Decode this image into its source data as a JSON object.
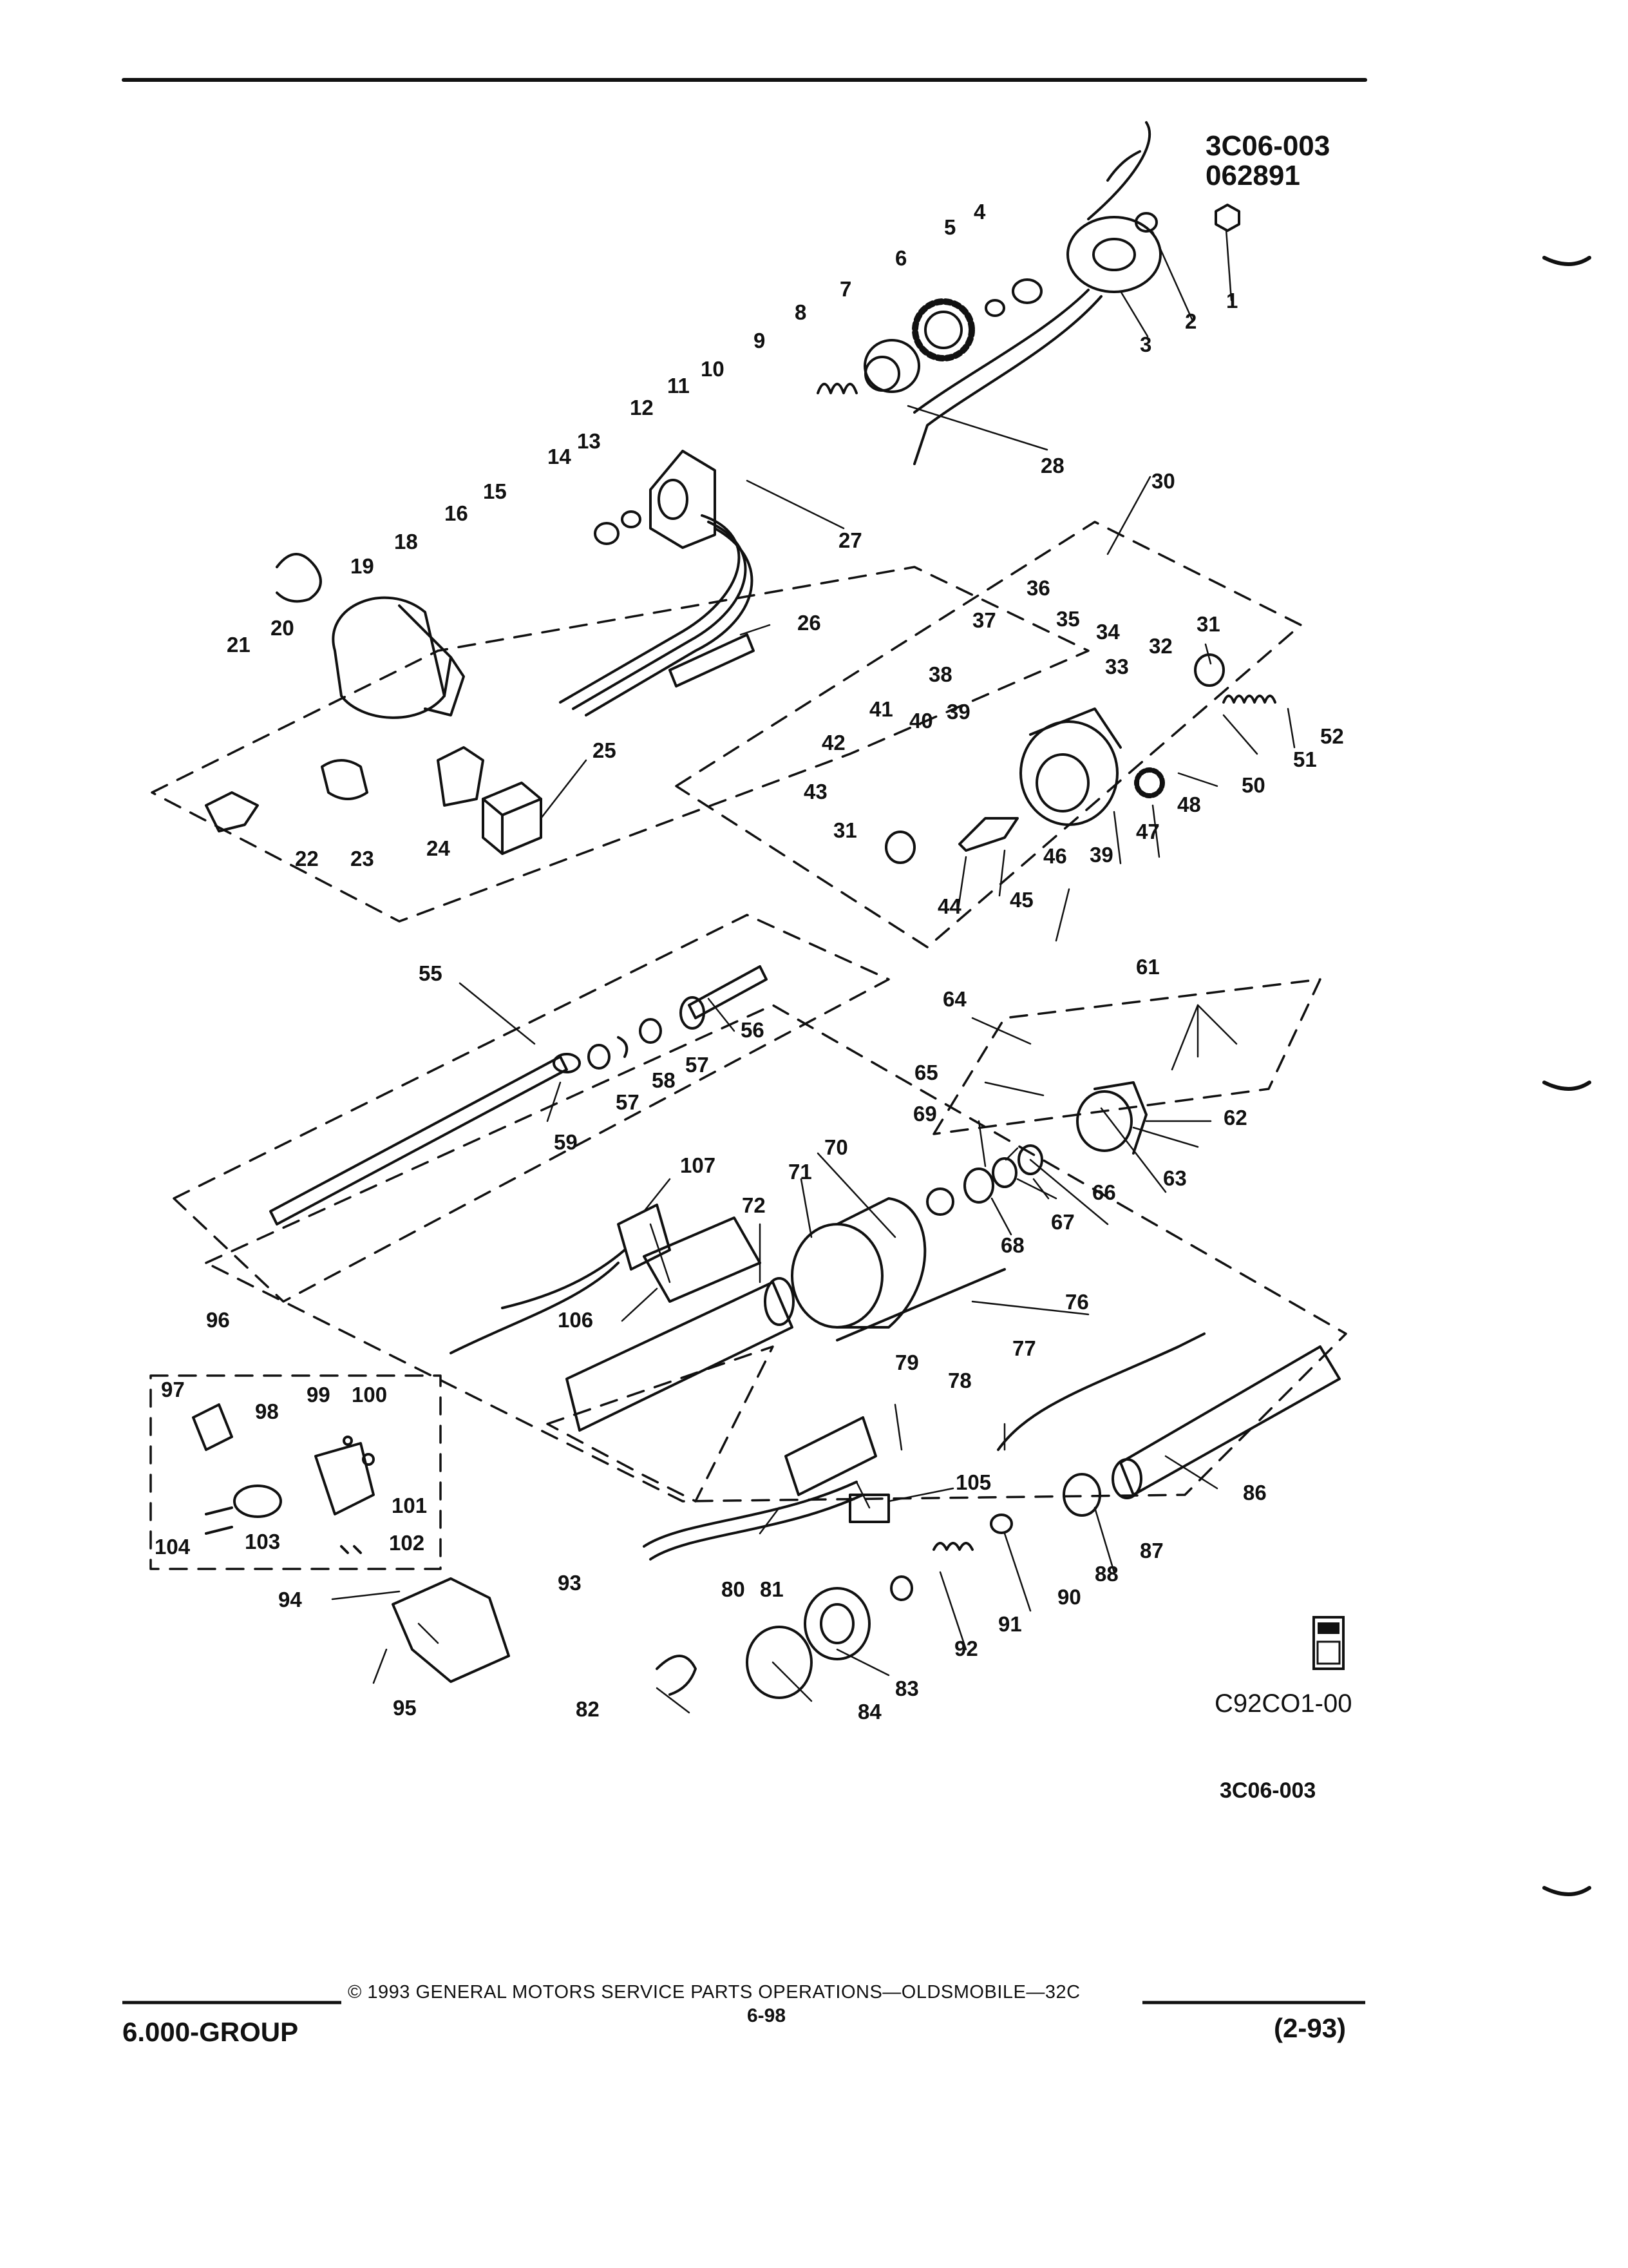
{
  "header": {
    "ref_line1": "3C06-003",
    "ref_line2": "062891"
  },
  "figure": {
    "code": "C92CO1-00",
    "ref_bottom": "3C06-003",
    "icon": "gm-spo-logo-icon"
  },
  "callouts": [
    {
      "id": "c1",
      "label": "1"
    },
    {
      "id": "c2",
      "label": "2"
    },
    {
      "id": "c3",
      "label": "3"
    },
    {
      "id": "c4",
      "label": "4"
    },
    {
      "id": "c5",
      "label": "5"
    },
    {
      "id": "c6",
      "label": "6"
    },
    {
      "id": "c7",
      "label": "7"
    },
    {
      "id": "c8",
      "label": "8"
    },
    {
      "id": "c9",
      "label": "9"
    },
    {
      "id": "c10",
      "label": "10"
    },
    {
      "id": "c11",
      "label": "11"
    },
    {
      "id": "c12",
      "label": "12"
    },
    {
      "id": "c13",
      "label": "13"
    },
    {
      "id": "c14",
      "label": "14"
    },
    {
      "id": "c15",
      "label": "15"
    },
    {
      "id": "c16",
      "label": "16"
    },
    {
      "id": "c18",
      "label": "18"
    },
    {
      "id": "c19",
      "label": "19"
    },
    {
      "id": "c20",
      "label": "20"
    },
    {
      "id": "c21",
      "label": "21"
    },
    {
      "id": "c22",
      "label": "22"
    },
    {
      "id": "c23",
      "label": "23"
    },
    {
      "id": "c24",
      "label": "24"
    },
    {
      "id": "c25",
      "label": "25"
    },
    {
      "id": "c26",
      "label": "26"
    },
    {
      "id": "c27",
      "label": "27"
    },
    {
      "id": "c28",
      "label": "28"
    },
    {
      "id": "c30",
      "label": "30"
    },
    {
      "id": "c31a",
      "label": "31"
    },
    {
      "id": "c31b",
      "label": "31"
    },
    {
      "id": "c32",
      "label": "32"
    },
    {
      "id": "c33",
      "label": "33"
    },
    {
      "id": "c34",
      "label": "34"
    },
    {
      "id": "c35",
      "label": "35"
    },
    {
      "id": "c36",
      "label": "36"
    },
    {
      "id": "c37",
      "label": "37"
    },
    {
      "id": "c38",
      "label": "38"
    },
    {
      "id": "c39a",
      "label": "39"
    },
    {
      "id": "c39b",
      "label": "39"
    },
    {
      "id": "c40",
      "label": "40"
    },
    {
      "id": "c41",
      "label": "41"
    },
    {
      "id": "c42",
      "label": "42"
    },
    {
      "id": "c43",
      "label": "43"
    },
    {
      "id": "c44",
      "label": "44"
    },
    {
      "id": "c45",
      "label": "45"
    },
    {
      "id": "c46",
      "label": "46"
    },
    {
      "id": "c47",
      "label": "47"
    },
    {
      "id": "c48",
      "label": "48"
    },
    {
      "id": "c50",
      "label": "50"
    },
    {
      "id": "c51",
      "label": "51"
    },
    {
      "id": "c52",
      "label": "52"
    },
    {
      "id": "c55",
      "label": "55"
    },
    {
      "id": "c56",
      "label": "56"
    },
    {
      "id": "c57a",
      "label": "57"
    },
    {
      "id": "c57b",
      "label": "57"
    },
    {
      "id": "c58",
      "label": "58"
    },
    {
      "id": "c59",
      "label": "59"
    },
    {
      "id": "c61",
      "label": "61"
    },
    {
      "id": "c62",
      "label": "62"
    },
    {
      "id": "c63",
      "label": "63"
    },
    {
      "id": "c64",
      "label": "64"
    },
    {
      "id": "c65",
      "label": "65"
    },
    {
      "id": "c66",
      "label": "66"
    },
    {
      "id": "c67",
      "label": "67"
    },
    {
      "id": "c68",
      "label": "68"
    },
    {
      "id": "c69",
      "label": "69"
    },
    {
      "id": "c70",
      "label": "70"
    },
    {
      "id": "c71",
      "label": "71"
    },
    {
      "id": "c72",
      "label": "72"
    },
    {
      "id": "c76",
      "label": "76"
    },
    {
      "id": "c77",
      "label": "77"
    },
    {
      "id": "c78",
      "label": "78"
    },
    {
      "id": "c79",
      "label": "79"
    },
    {
      "id": "c80",
      "label": "80"
    },
    {
      "id": "c81",
      "label": "81"
    },
    {
      "id": "c82",
      "label": "82"
    },
    {
      "id": "c83",
      "label": "83"
    },
    {
      "id": "c84",
      "label": "84"
    },
    {
      "id": "c86",
      "label": "86"
    },
    {
      "id": "c87",
      "label": "87"
    },
    {
      "id": "c88",
      "label": "88"
    },
    {
      "id": "c90",
      "label": "90"
    },
    {
      "id": "c91",
      "label": "91"
    },
    {
      "id": "c92",
      "label": "92"
    },
    {
      "id": "c93",
      "label": "93"
    },
    {
      "id": "c94",
      "label": "94"
    },
    {
      "id": "c95",
      "label": "95"
    },
    {
      "id": "c96",
      "label": "96"
    },
    {
      "id": "c97",
      "label": "97"
    },
    {
      "id": "c98",
      "label": "98"
    },
    {
      "id": "c99",
      "label": "99"
    },
    {
      "id": "c100",
      "label": "100"
    },
    {
      "id": "c101",
      "label": "101"
    },
    {
      "id": "c102",
      "label": "102"
    },
    {
      "id": "c103",
      "label": "103"
    },
    {
      "id": "c104",
      "label": "104"
    },
    {
      "id": "c105",
      "label": "105"
    },
    {
      "id": "c106",
      "label": "106"
    },
    {
      "id": "c107",
      "label": "107"
    }
  ],
  "footer": {
    "group": "6.000-GROUP",
    "copyright": "© 1993 GENERAL MOTORS SERVICE PARTS OPERATIONS—OLDSMOBILE—32C",
    "page": "6-98",
    "revision": "(2-93)"
  }
}
